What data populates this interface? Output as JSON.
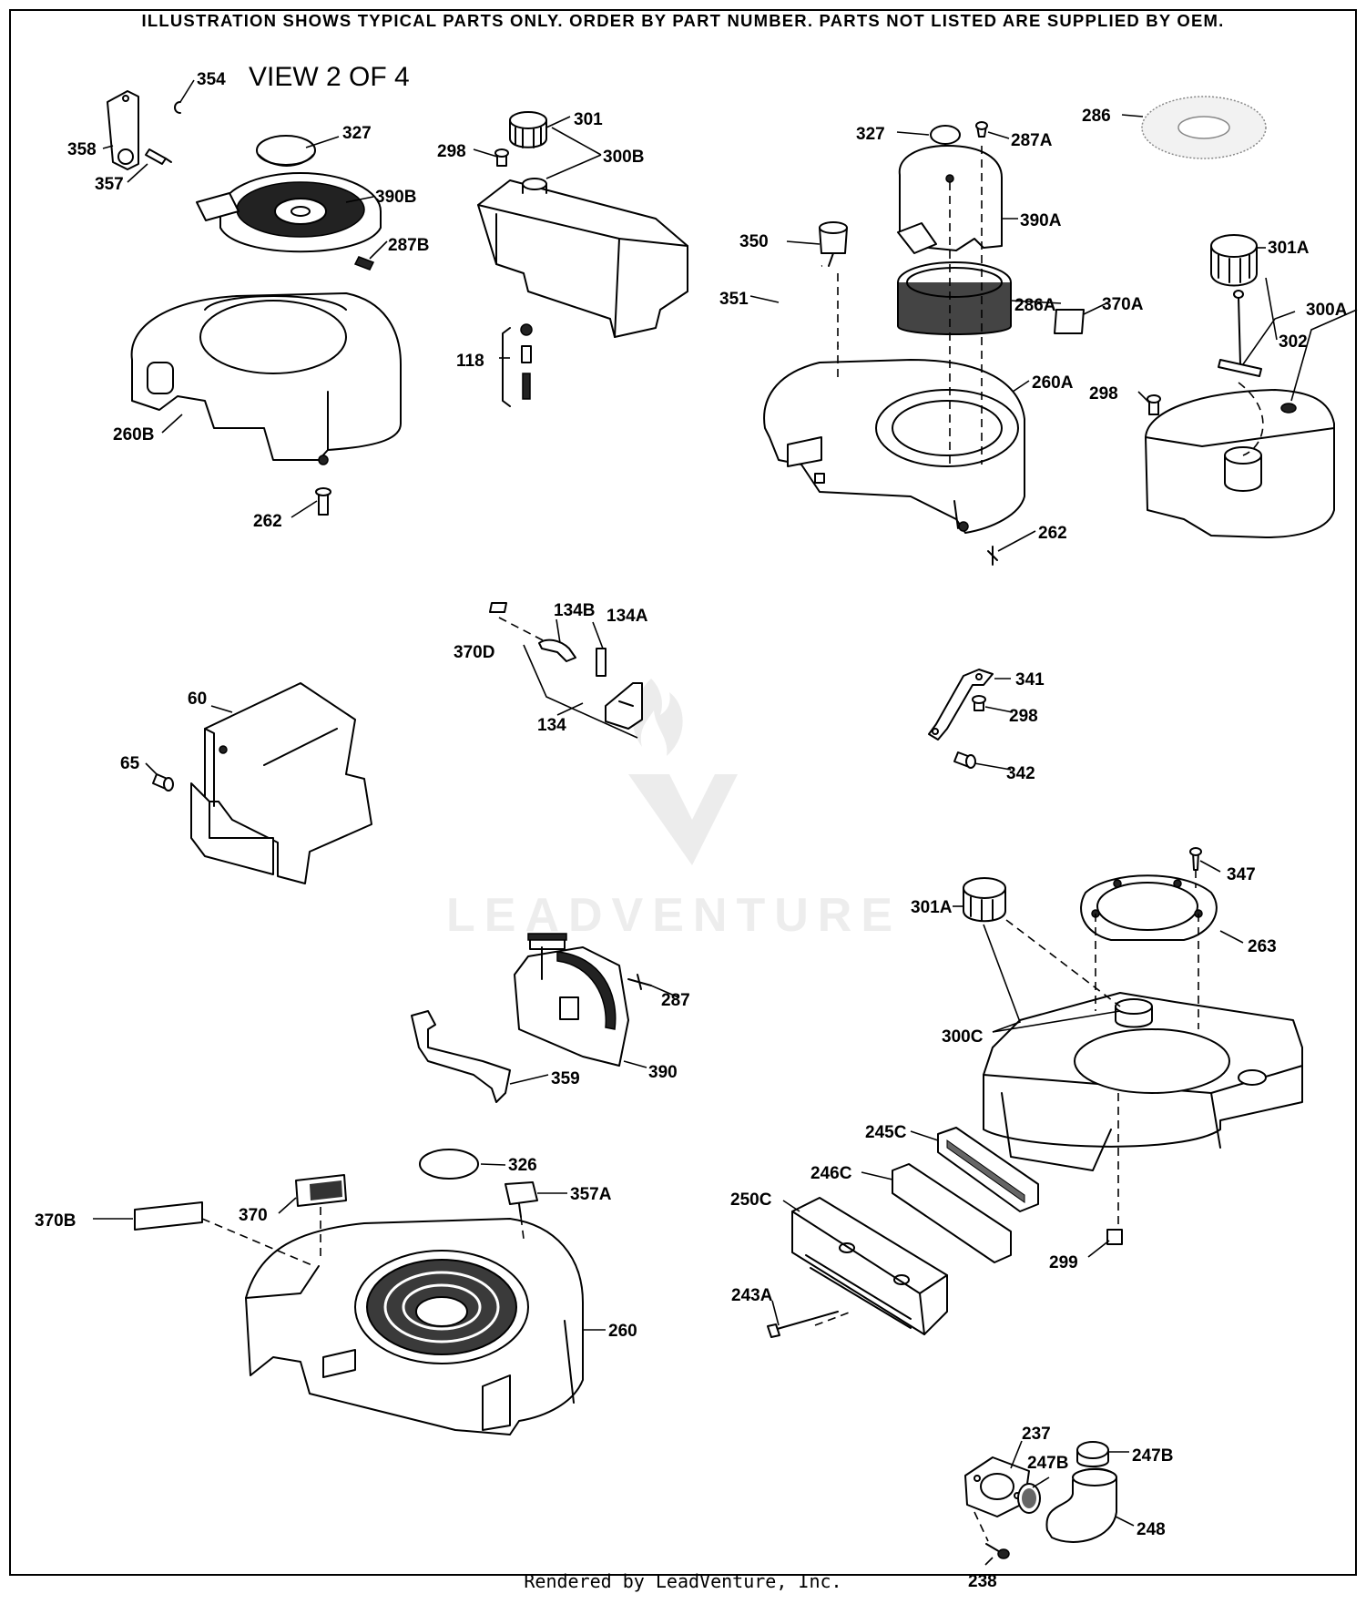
{
  "header": {
    "note": "ILLUSTRATION SHOWS TYPICAL PARTS ONLY. ORDER BY PART NUMBER. PARTS NOT LISTED ARE SUPPLIED BY OEM.",
    "view": "VIEW 2 OF 4"
  },
  "watermark": {
    "text": "LEADVENTURE",
    "icon": "flame-v-logo-icon"
  },
  "footer": {
    "credit": "Rendered by LeadVenture, Inc."
  },
  "labels": {
    "p354": "354",
    "p358": "358",
    "p357": "357",
    "p327a": "327",
    "p390b": "390B",
    "p287b": "287B",
    "p260b": "260B",
    "p262a": "262",
    "p301": "301",
    "p298a": "298",
    "p300b": "300B",
    "p118": "118",
    "p327b": "327",
    "p287a": "287A",
    "p286": "286",
    "p350": "350",
    "p390a": "390A",
    "p351": "351",
    "p286a": "286A",
    "p370a": "370A",
    "p260a": "260A",
    "p262b": "262",
    "p301a": "301A",
    "p300a": "300A",
    "p302": "302",
    "p298b": "298",
    "p370d": "370D",
    "p134b": "134B",
    "p134a": "134A",
    "p134": "134",
    "p341": "341",
    "p298c": "298",
    "p342": "342",
    "p60": "60",
    "p65": "65",
    "p347": "347",
    "p301a2": "301A",
    "p263": "263",
    "p300c": "300C",
    "p287": "287",
    "p390": "390",
    "p359": "359",
    "p245c": "245C",
    "p246c": "246C",
    "p250c": "250C",
    "p299": "299",
    "p243a": "243A",
    "p326": "326",
    "p357a": "357A",
    "p370b": "370B",
    "p370": "370",
    "p260": "260",
    "p237": "237",
    "p247b1": "247B",
    "p247b2": "247B",
    "p248": "248",
    "p238": "238"
  }
}
